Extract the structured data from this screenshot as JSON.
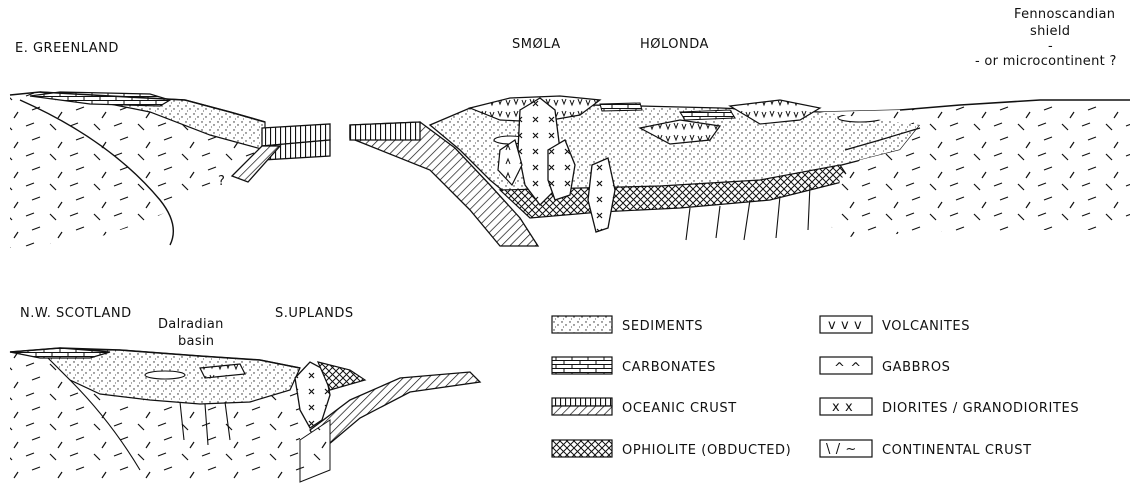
{
  "top_section": {
    "left_label": "E. GREENLAND",
    "mid_label_1": "SMØLA",
    "mid_label_2": "HØLONDA",
    "right_label_lines": [
      "Fennoscandian",
      "shield",
      "-",
      "- or microcontinent ?"
    ],
    "question_mark": "?"
  },
  "bottom_section": {
    "left_label": "N.W. SCOTLAND",
    "basin_label_lines": [
      "Dalradian",
      "basin"
    ],
    "right_label": "S.UPLANDS"
  },
  "legend": {
    "left_column": [
      {
        "pattern": "sediments",
        "label": "SEDIMENTS"
      },
      {
        "pattern": "carbonates",
        "label": "CARBONATES"
      },
      {
        "pattern": "oceanic-crust",
        "label": "OCEANIC CRUST"
      },
      {
        "pattern": "ophiolite",
        "label": "OPHIOLITE (OBDUCTED)"
      }
    ],
    "right_column": [
      {
        "pattern": "volcanites",
        "label": "VOLCANITES",
        "glyph": "v v v"
      },
      {
        "pattern": "gabbros",
        "label": "GABBROS",
        "glyph": "^ ^"
      },
      {
        "pattern": "diorites",
        "label": "DIORITES / GRANODIORITES",
        "glyph": "x x"
      },
      {
        "pattern": "continental-crust",
        "label": "CONTINENTAL CRUST",
        "glyph": "\\ / ~"
      }
    ]
  }
}
